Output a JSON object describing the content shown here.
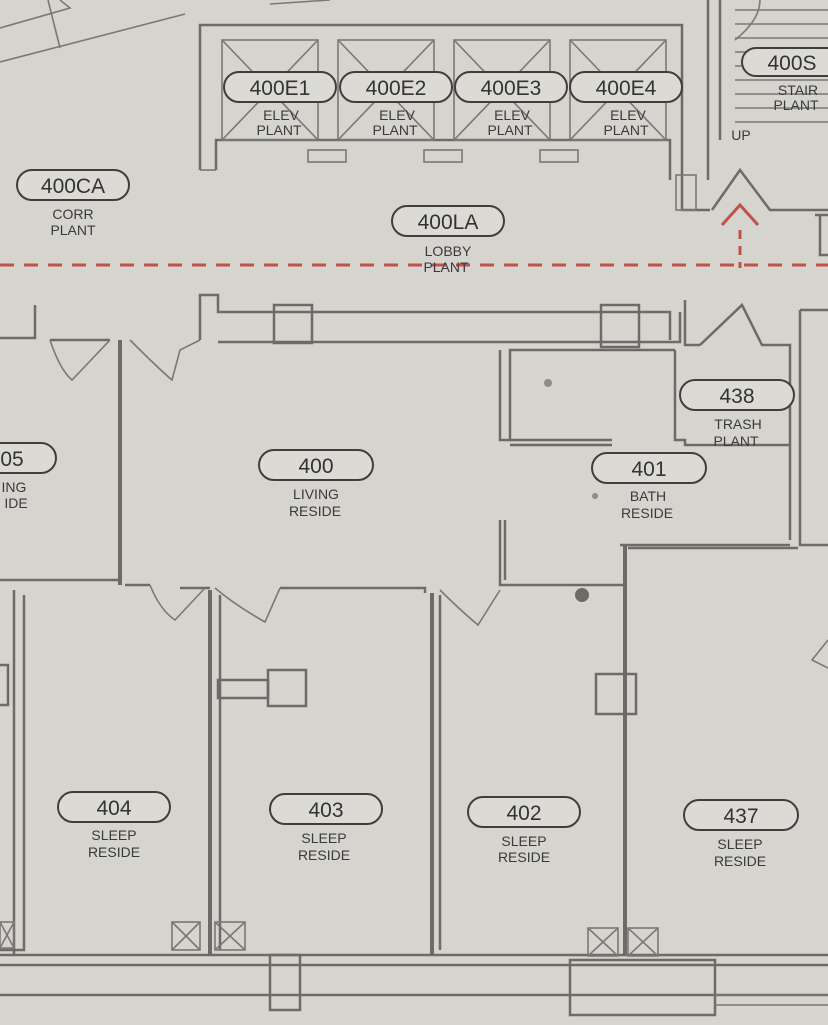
{
  "plan": {
    "rooms": [
      {
        "number": "400E1",
        "line1": "ELEV",
        "line2": "PLANT"
      },
      {
        "number": "400E2",
        "line1": "ELEV",
        "line2": "PLANT"
      },
      {
        "number": "400E3",
        "line1": "ELEV",
        "line2": "PLANT"
      },
      {
        "number": "400E4",
        "line1": "ELEV",
        "line2": "PLANT"
      },
      {
        "number": "400S",
        "line1": "STAIR",
        "line2": "PLANT"
      },
      {
        "number": "400CA",
        "line1": "CORR",
        "line2": "PLANT"
      },
      {
        "number": "400LA",
        "line1": "LOBBY",
        "line2": "PLANT"
      },
      {
        "number": "438",
        "line1": "TRASH",
        "line2": "PLANT"
      },
      {
        "number": "05",
        "line1": "ING",
        "line2": "IDE"
      },
      {
        "number": "400",
        "line1": "LIVING",
        "line2": "RESIDE"
      },
      {
        "number": "401",
        "line1": "BATH",
        "line2": "RESIDE"
      },
      {
        "number": "404",
        "line1": "SLEEP",
        "line2": "RESIDE"
      },
      {
        "number": "403",
        "line1": "SLEEP",
        "line2": "RESIDE"
      },
      {
        "number": "402",
        "line1": "SLEEP",
        "line2": "RESIDE"
      },
      {
        "number": "437",
        "line1": "SLEEP",
        "line2": "RESIDE"
      }
    ],
    "stair_direction": "UP",
    "colors": {
      "paper": "#d6d4cf",
      "linework": "#6d6b68",
      "tag_outline": "#3f3e3c",
      "boundary_dash": "#c0524a"
    }
  }
}
